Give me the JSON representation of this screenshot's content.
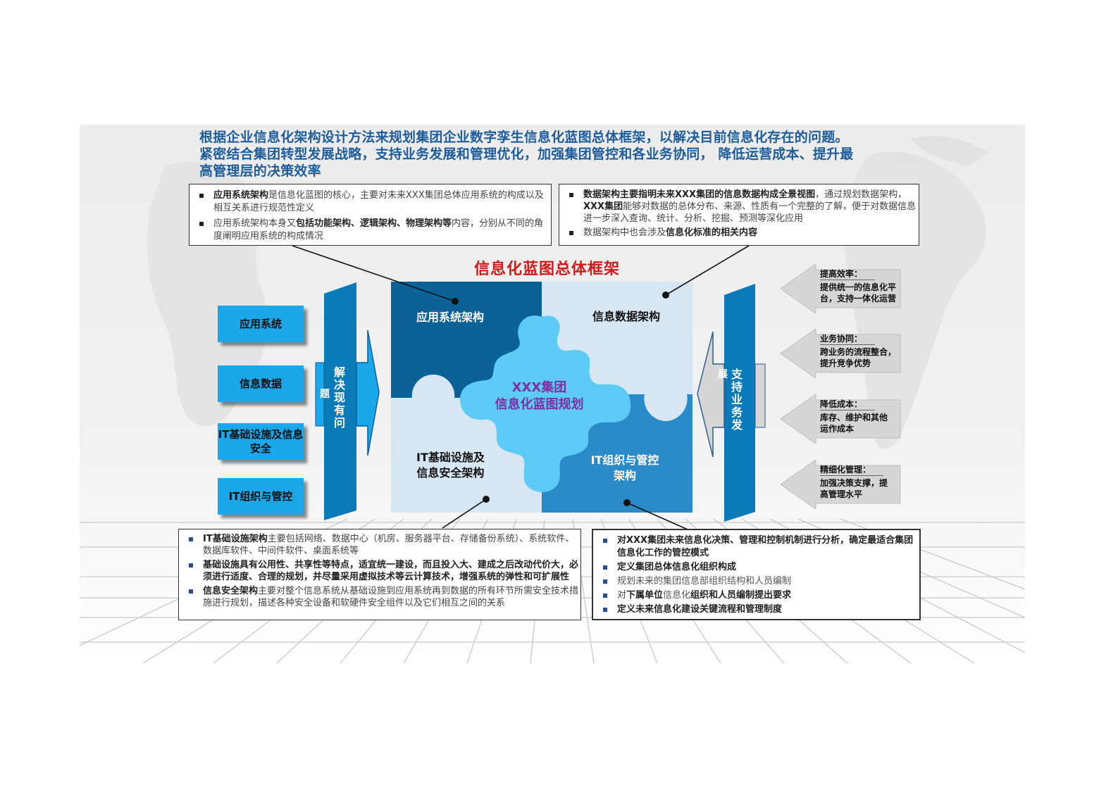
{
  "headline": "根据企业信息化架构设计方法来规划集团企业数字孪生信息化蓝图总体框架，以解决目前信息化存在的问题。紧密结合集团转型发展战略，支持业务发展和管理优化，加强集团管控和各业务协同， 降低运营成本、提升最高管理层的决策效率",
  "frame_title": "信息化蓝图总体框架",
  "notes": {
    "app_arch": {
      "items": [
        {
          "bold": "应用系统架构",
          "rest": "是信息化蓝图的核心，主要对未来XXX集团总体应用系统的构成以及相互关系进行规范性定义"
        },
        {
          "pre": "应用系统架构本身又",
          "bold": "包括功能架构、逻辑架构、物理架构等",
          "rest": "内容，分别从不同的角度阐明应用系统的构成情况"
        }
      ]
    },
    "data_arch": {
      "items": [
        {
          "bold": "数据架构主要指明未来XXX集团的信息数据构成全景视图",
          "rest": "，通过规划数据架构，",
          "bold2": "XXX集团",
          "rest2": "能够对数据的总体分布、来源、性质有一个完整的了解，便于对数据信息进一步深入查询、统计、分析、挖掘、预测等深化应用"
        },
        {
          "pre": "数据架构中也会涉及",
          "bold": "信息化标准的相关内容",
          "rest": ""
        }
      ]
    },
    "infra_arch": {
      "items": [
        {
          "bold": "IT基础设施架构",
          "rest": "主要包括网络、数据中心（机房、服务器平台、存储备份系统）、系统软件、数据库软件、中间件软件、桌面系统等"
        },
        {
          "bold": "基础设施具有公用性、共享性等特点，适宜统一建设，而且投入大、建成之后改动代价大，必须进行适度、合理的规划，并尽量采用虚拟技术等云计算技术，增强系统的弹性和可扩展性",
          "rest": ""
        },
        {
          "bold": "信息安全架构",
          "rest": "主要对整个信息系统从基础设施到应用系统再到数据的所有环节所需安全技术措施进行规划，描述各种安全设备和软硬件安全组件以及它们相互之间的关系"
        }
      ]
    },
    "org_arch": {
      "items": [
        {
          "bold": "对XXX集团未来信息化决策、管理和控制机制进行分析，确定最适合集团信息化工作的管控模式"
        },
        {
          "bold": "定义集团总体信息化组织构成"
        },
        {
          "dim": "规划未来的集团信息部组织结构和人员编制"
        },
        {
          "pre": "对",
          "bold": "下属单位",
          "dim": "信息化",
          "bold2": "组织和人员编制提出要求"
        },
        {
          "bold": "定义未来信息化建设关键流程和管理制度"
        }
      ]
    }
  },
  "left_boxes": [
    "应用系统",
    "信息数据",
    "IT基础设施及信息安全",
    "IT组织与管控"
  ],
  "left_pillar": {
    "main_text": "解决现有问",
    "side_text": "题"
  },
  "right_pillar": {
    "main_text": "支持业务发",
    "side_text": "展"
  },
  "puzzle": {
    "top_left": "应用系统架构",
    "top_right": "信息数据架构",
    "bottom_left_line1": "IT基础设施及",
    "bottom_left_line2": "信息安全架构",
    "bottom_right_line1": "IT组织与管控",
    "bottom_right_line2": "架构",
    "center_line1": "XXX集团",
    "center_line2": "信息化蓝图规划",
    "colors": {
      "top_left": "#0a6296",
      "top_right": "#d6e7f3",
      "bottom_left": "#d6e7f3",
      "bottom_right": "#2b8bc8",
      "center": "#5ccbf5",
      "center_text": "#7d2fa3"
    }
  },
  "benefits": [
    {
      "title": "提高效率：",
      "desc": "提供统一的信息化平台，支持一体化运营"
    },
    {
      "title": "业务协同：",
      "desc": "跨业务的流程整合，提升竞争优势"
    },
    {
      "title": "降低成本：",
      "desc": "库存、维护和其他运作成本"
    },
    {
      "title": "精细化管理：",
      "desc": "加强决策支撑，提高管理水平"
    }
  ]
}
